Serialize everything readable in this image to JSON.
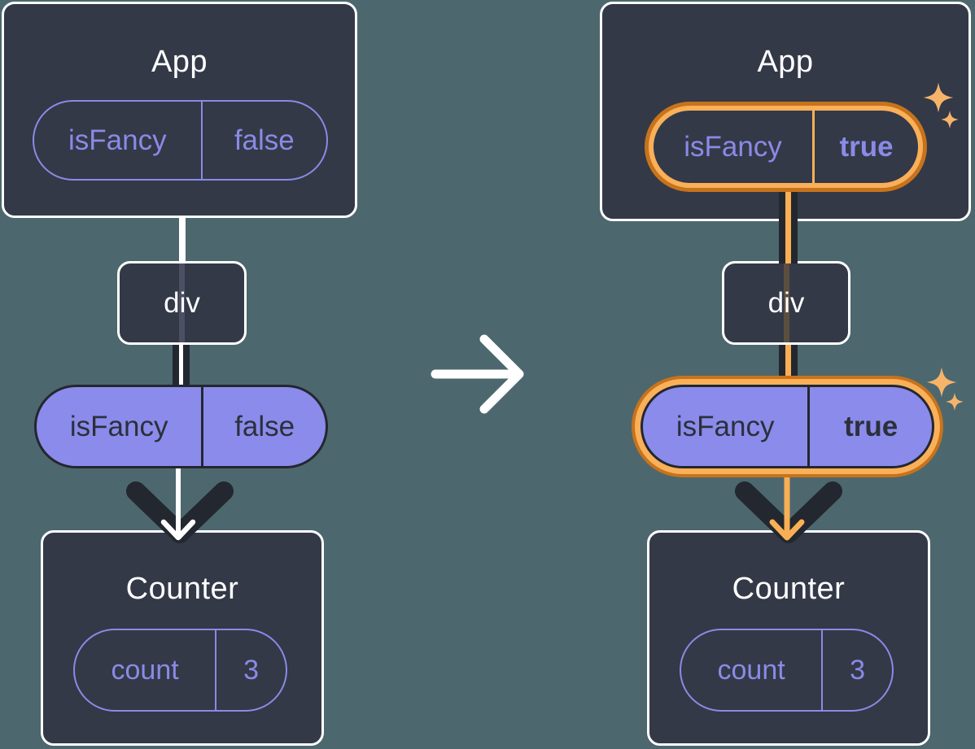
{
  "before": {
    "app": {
      "title": "App",
      "state": {
        "name": "isFancy",
        "value": "false"
      }
    },
    "wrapper": {
      "label": "div"
    },
    "prop": {
      "name": "isFancy",
      "value": "false"
    },
    "counter": {
      "title": "Counter",
      "state": {
        "name": "count",
        "value": "3"
      }
    }
  },
  "after": {
    "app": {
      "title": "App",
      "state": {
        "name": "isFancy",
        "value": "true"
      }
    },
    "wrapper": {
      "label": "div"
    },
    "prop": {
      "name": "isFancy",
      "value": "true"
    },
    "counter": {
      "title": "Counter",
      "state": {
        "name": "count",
        "value": "3"
      }
    }
  },
  "icons": {
    "transition": "right-arrow",
    "highlight": "sparkle",
    "pass_down": "double-chevron-down-arrow"
  },
  "colors": {
    "background": "#4D676E",
    "card": "#333947",
    "white": "#FFFFFF",
    "purple_outline": "#8A8AE6",
    "purple_fill": "#8B8BEB",
    "ink_dark": "#23272F",
    "orange_ring_outer": "#C7731C",
    "orange_ring_inner": "#F9B059",
    "orange_line": "#F9AF55",
    "sparkle": "#F6B46B"
  }
}
